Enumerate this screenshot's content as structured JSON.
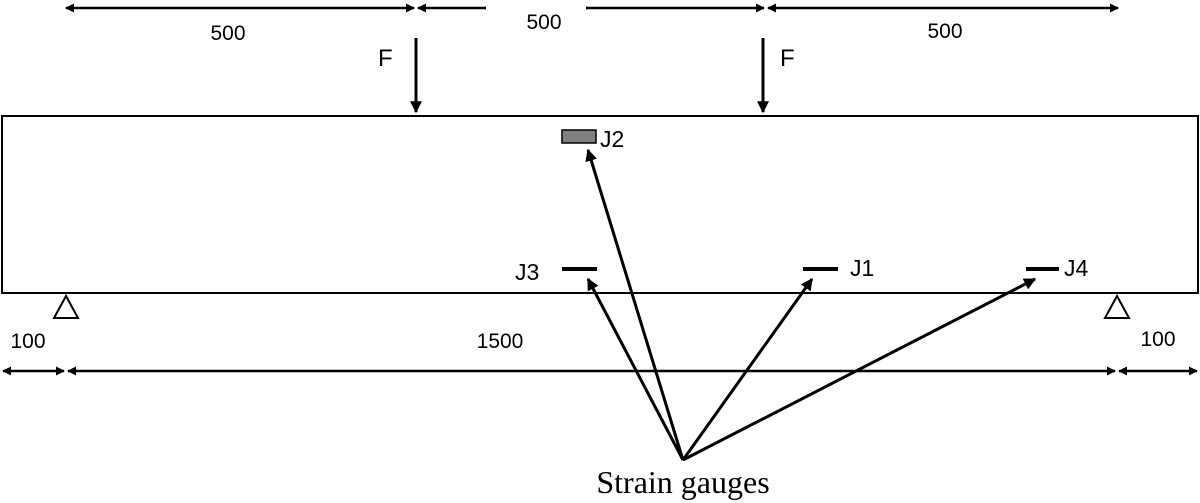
{
  "dimensions": {
    "top_left": "500",
    "top_middle": "500",
    "top_right": "500",
    "bottom_left": "100",
    "bottom_span": "1500",
    "bottom_right": "100"
  },
  "loads": {
    "left": "F",
    "right": "F"
  },
  "gauges": {
    "j1": "J1",
    "j2": "J2",
    "j3": "J3",
    "j4": "J4"
  },
  "caption": "Strain gauges",
  "colors": {
    "line": "#000000",
    "gauge_fill": "#808080"
  }
}
